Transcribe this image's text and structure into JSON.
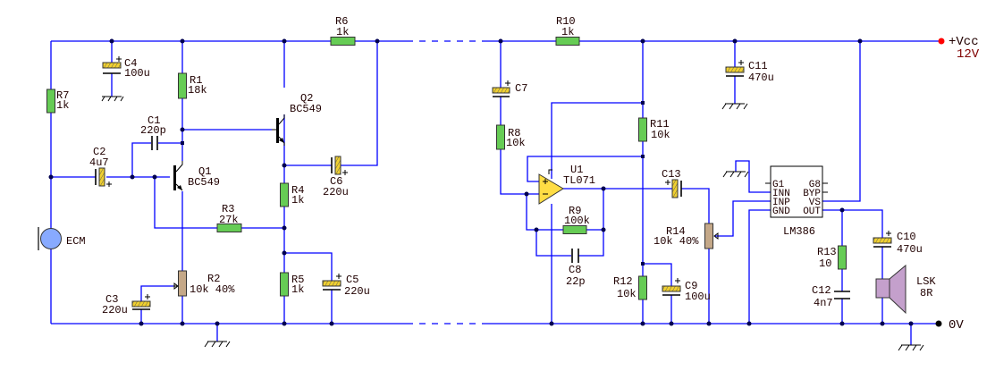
{
  "colors": {
    "wire": "#0000ff",
    "resistor": "#66cc55",
    "potentiometer": "#c4a888",
    "electrolytic": "#f0d030",
    "microphone": "#88aaff",
    "speaker": "#c4a0cc",
    "opamp": "#ffdd44",
    "vcc_terminal": "#ff0000"
  },
  "supply": {
    "vcc_label": "+Vcc",
    "vcc_value": "12V",
    "ground_label": "0V"
  },
  "components": {
    "R1": {
      "ref": "R1",
      "value": "18k"
    },
    "R2": {
      "ref": "R2",
      "value": "10k 40%"
    },
    "R3": {
      "ref": "R3",
      "value": "27k"
    },
    "R4": {
      "ref": "R4",
      "value": "1k"
    },
    "R5": {
      "ref": "R5",
      "value": "1k"
    },
    "R6": {
      "ref": "R6",
      "value": "1k"
    },
    "R7": {
      "ref": "R7",
      "value": "1k"
    },
    "R8": {
      "ref": "R8",
      "value": "10k"
    },
    "R9": {
      "ref": "R9",
      "value": "100k"
    },
    "R10": {
      "ref": "R10",
      "value": "1k"
    },
    "R11": {
      "ref": "R11",
      "value": "10k"
    },
    "R12": {
      "ref": "R12",
      "value": "10k"
    },
    "R13": {
      "ref": "R13",
      "value": "10"
    },
    "R14": {
      "ref": "R14",
      "value": "10k 40%"
    },
    "C1": {
      "ref": "C1",
      "value": "220p"
    },
    "C2": {
      "ref": "C2",
      "value": "4u7"
    },
    "C3": {
      "ref": "C3",
      "value": "220u"
    },
    "C4": {
      "ref": "C4",
      "value": "100u"
    },
    "C5": {
      "ref": "C5",
      "value": "220u"
    },
    "C6": {
      "ref": "C6",
      "value": "220u"
    },
    "C7": {
      "ref": "C7"
    },
    "C8": {
      "ref": "C8",
      "value": "22p"
    },
    "C9": {
      "ref": "C9",
      "value": "100u"
    },
    "C10": {
      "ref": "C10",
      "value": "470u"
    },
    "C11": {
      "ref": "C11",
      "value": "470u"
    },
    "C12": {
      "ref": "C12",
      "value": "4n7"
    },
    "C13": {
      "ref": "C13"
    },
    "Q1": {
      "ref": "Q1",
      "value": "BC549"
    },
    "Q2": {
      "ref": "Q2",
      "value": "BC549"
    },
    "U1": {
      "ref": "U1",
      "value": "TL071"
    },
    "MIC": {
      "ref": "ECM"
    },
    "LSK": {
      "ref": "LSK",
      "value": "8R"
    },
    "LM386": {
      "ref": "LM386",
      "pins_left": [
        "G1",
        "INN",
        "INP",
        "GND"
      ],
      "pins_right": [
        "G8",
        "BYP",
        "VS",
        "OUT"
      ]
    }
  }
}
